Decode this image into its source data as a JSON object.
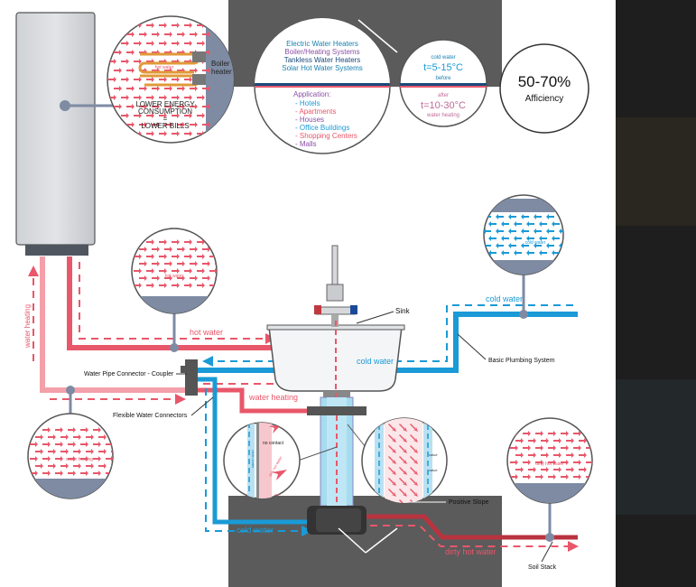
{
  "top": {
    "boiler_label_1": "Boiler",
    "boiler_label_2": "heater",
    "hot_water_small": "hot water",
    "lower_energy_1": "LOWER ENERGY",
    "lower_energy_2": "CONSUMPTION",
    "equals": "=",
    "lower_bills": "LOWER BILLS",
    "heater_types": [
      "Electric Water Heaters",
      "Boiler/Heating Systems",
      "Tankless Water Heaters",
      "Solar Hot Water Systems"
    ],
    "application_title": "Application:",
    "applications": [
      "- Hotels",
      "- Apartments",
      "- Houses",
      "- Office Buildings",
      "- Shopping Centers",
      "- Malls"
    ],
    "cold_water_small": "cold water",
    "temp_before": "t=5-15°C",
    "before": "before",
    "after": "after",
    "temp_after": "t=10-30°C",
    "water_heating_small": "water heating",
    "efficiency_value": "50-70%",
    "efficiency_label": "Afficiency"
  },
  "diagram": {
    "hot_water": "hot water",
    "cold_water_right": "cold water",
    "cold_water_mid": "cold water",
    "water_heating_mid": "water heating",
    "water_heating_vertical": "water heating",
    "sink": "Sink",
    "basic_plumbing": "Basic Plumbing System",
    "pipe_connector": "Water Pipe Connector - Coupler",
    "flexible_connectors": "Flexible Water Connectors",
    "positive_slope": "Positive Slope",
    "soil_stack": "Soil Stack",
    "cold_water_bottom": "cold water",
    "dirty_hot_water": "dirty hot water",
    "hot_water_bubble": "hot water",
    "cold_water_bubble": "cold water",
    "water_heating_bubble": "water heating",
    "dirty_hot_water_bubble": "dirty hot water",
    "no_contact": "no contact",
    "clean_water": "clean water",
    "dirty_hot_water_diag": "dirty hot water",
    "value_1": "value",
    "value_2": "value"
  },
  "colors": {
    "hot": "#e8576a",
    "hot_light": "#f4a0aa",
    "cold": "#1a9ad6",
    "dirty": "#b8333f",
    "slate": "#7e8ba3",
    "overlay": "#5b5b5b"
  }
}
